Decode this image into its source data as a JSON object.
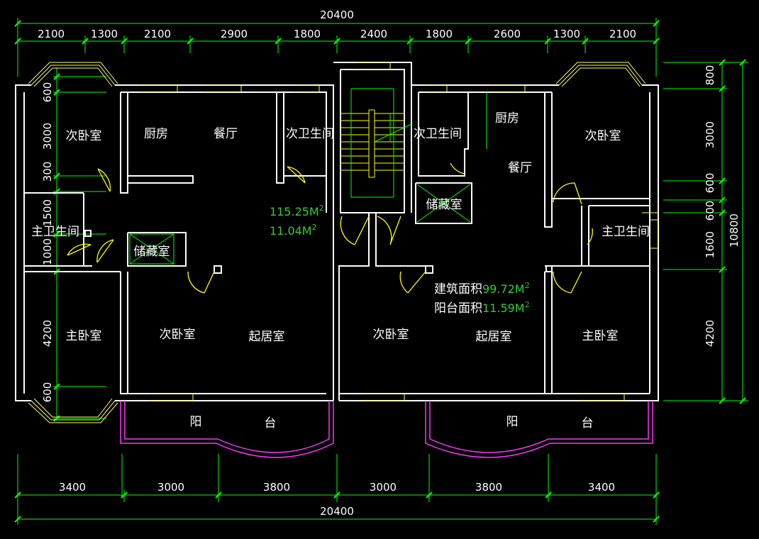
{
  "top_dimensions": {
    "total": "20400",
    "segments": [
      "2100",
      "1300",
      "2100",
      "2900",
      "1800",
      "2400",
      "1800",
      "2600",
      "1300",
      "2100"
    ]
  },
  "bottom_dimensions": {
    "total": "20400",
    "segments": [
      "3400",
      "3000",
      "3800",
      "3000",
      "3800",
      "3400"
    ]
  },
  "left_dimensions": [
    "600",
    "3000",
    "300",
    "1500",
    "1000",
    "4200",
    "600"
  ],
  "right_dimensions": {
    "total": "10800",
    "segments": [
      "800",
      "3000",
      "600",
      "600",
      "1600",
      "4200"
    ]
  },
  "rooms": {
    "left_second_bedroom_top": "次卧室",
    "left_kitchen": "厨房",
    "left_dining": "餐厅",
    "left_second_bath": "次卫生间",
    "left_master_bath": "主卫生间",
    "left_storage": "储藏室",
    "left_master_bedroom": "主卧室",
    "left_second_bedroom": "次卧室",
    "left_living": "起居室",
    "left_balcony_a": "阳",
    "left_balcony_b": "台",
    "right_second_bath": "次卫生间",
    "right_kitchen": "厨房",
    "right_dining": "餐厅",
    "right_second_bedroom_top": "次卧室",
    "right_storage": "储藏室",
    "right_master_bath": "主卫生间",
    "right_second_bedroom": "次卧室",
    "right_living": "起居室",
    "right_master_bedroom": "主卧室",
    "right_balcony_a": "阳",
    "right_balcony_b": "台"
  },
  "areas": {
    "left_building_area": "115.25M",
    "left_balcony_area": "11.04M",
    "exp": "2",
    "right_building_label": "建筑面积",
    "right_building_area": "99.72M",
    "right_balcony_label": "阳台面积",
    "right_balcony_area": "11.59M"
  },
  "colors": {
    "background": "#000000",
    "walls": "#ffffff",
    "dimensions": "#00ff00",
    "doors_windows": "#ffff00",
    "balcony": "#ff33ff"
  }
}
